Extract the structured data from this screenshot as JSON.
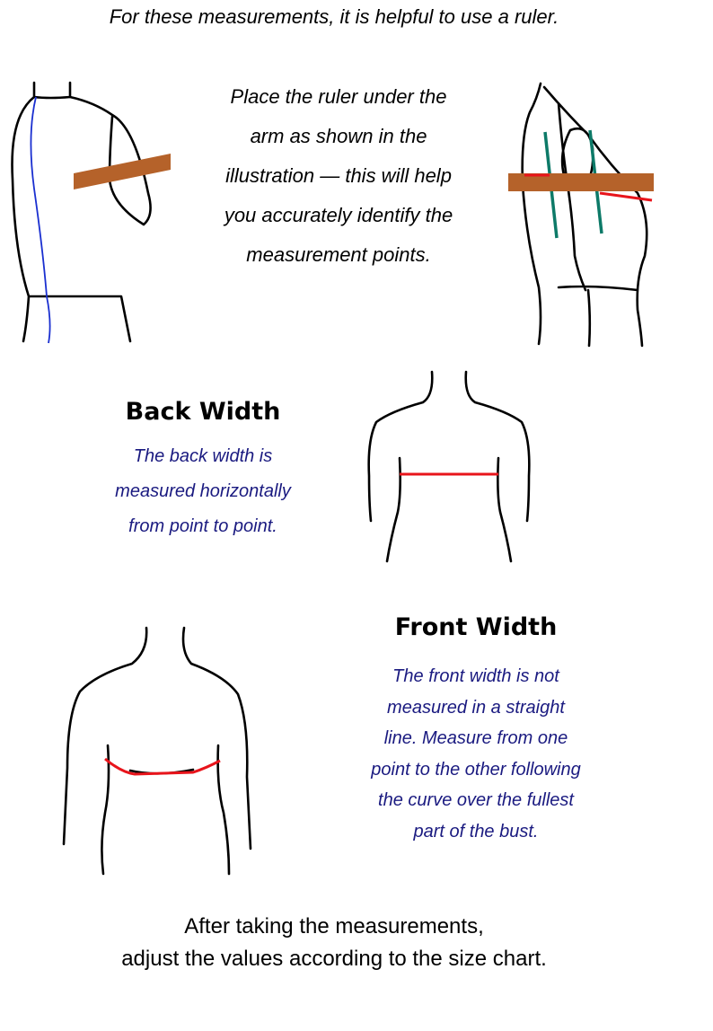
{
  "intro": "For these measurements, it is helpful to use a ruler.",
  "ruler_note": [
    "Place the ruler under the",
    "arm as shown in the",
    "illustration — this will help",
    "you accurately identify the",
    "measurement points."
  ],
  "back_width": {
    "title": "Back Width",
    "lines": [
      "The back width is",
      "measured horizontally",
      "from point to point."
    ]
  },
  "front_width": {
    "title": "Front Width",
    "lines": [
      "The front width is not",
      "measured in a straight",
      "line. Measure from one",
      "point to the other following",
      "the curve over the fullest",
      "part of the bust."
    ]
  },
  "closing": [
    "After taking the measurements,",
    "adjust the values according to the size chart."
  ],
  "colors": {
    "ruler": "#b5622a",
    "measure_line": "#e8141b",
    "seam_line": "#1a2fd0",
    "guide_line": "#0d7a68",
    "description_text": "#1a1a80"
  }
}
